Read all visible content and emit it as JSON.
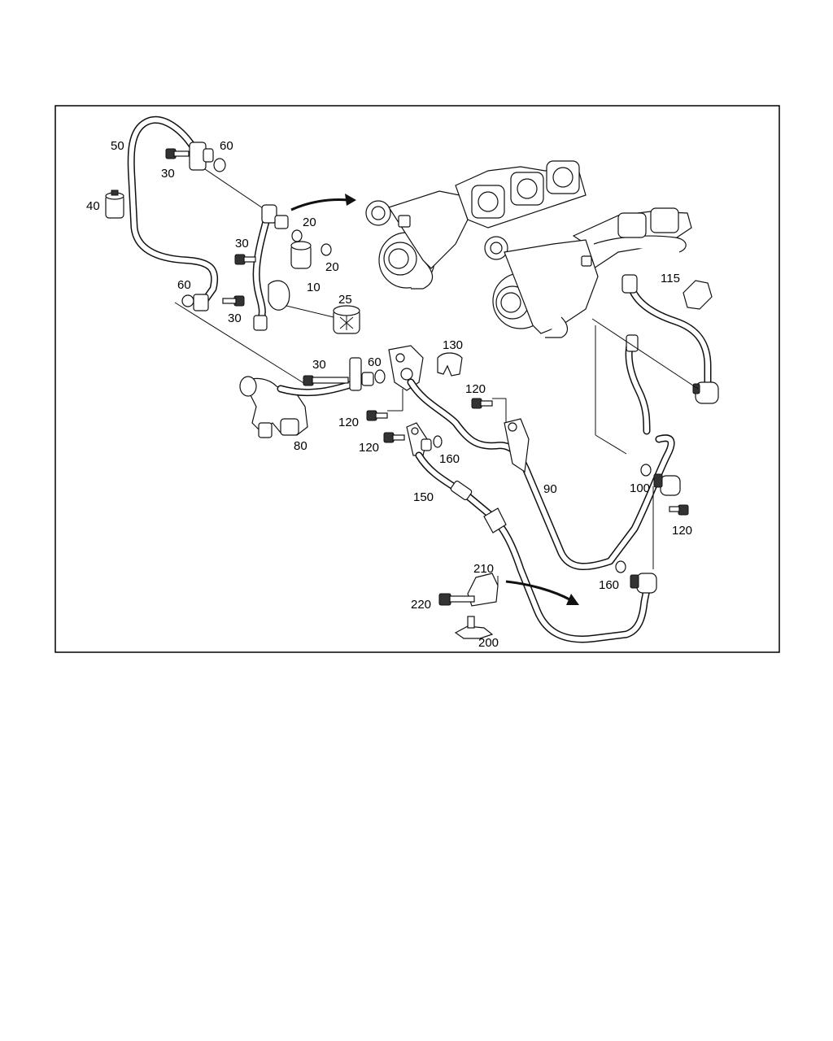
{
  "diagram": {
    "callouts": [
      {
        "id": "c50",
        "text": "50"
      },
      {
        "id": "c60a",
        "text": "60"
      },
      {
        "id": "c30a",
        "text": "30"
      },
      {
        "id": "c40",
        "text": "40"
      },
      {
        "id": "c20a",
        "text": "20"
      },
      {
        "id": "c30b",
        "text": "30"
      },
      {
        "id": "c20b",
        "text": "20"
      },
      {
        "id": "c10",
        "text": "10"
      },
      {
        "id": "c60b",
        "text": "60"
      },
      {
        "id": "c30c",
        "text": "30"
      },
      {
        "id": "c25",
        "text": "25"
      },
      {
        "id": "c115",
        "text": "115"
      },
      {
        "id": "c130",
        "text": "130"
      },
      {
        "id": "c30d",
        "text": "30"
      },
      {
        "id": "c60c",
        "text": "60"
      },
      {
        "id": "c120a",
        "text": "120"
      },
      {
        "id": "c120b",
        "text": "120"
      },
      {
        "id": "c80",
        "text": "80"
      },
      {
        "id": "c120c",
        "text": "120"
      },
      {
        "id": "c160a",
        "text": "160"
      },
      {
        "id": "c90",
        "text": "90"
      },
      {
        "id": "c150",
        "text": "150"
      },
      {
        "id": "c100",
        "text": "100"
      },
      {
        "id": "c120d",
        "text": "120"
      },
      {
        "id": "c160b",
        "text": "160"
      },
      {
        "id": "c210",
        "text": "210"
      },
      {
        "id": "c220",
        "text": "220"
      },
      {
        "id": "c200",
        "text": "200"
      }
    ]
  }
}
